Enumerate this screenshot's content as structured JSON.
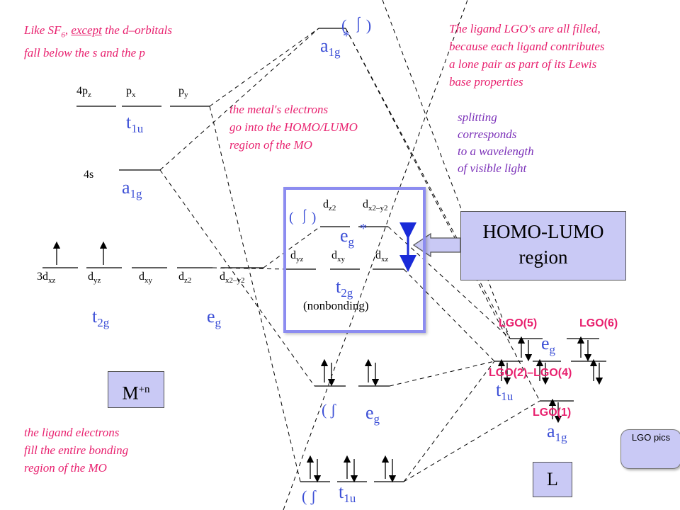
{
  "notes": {
    "sf6_line1": "Like SF",
    "sf6_sub": "6",
    "sf6_comma": ", ",
    "sf6_except": "except",
    "sf6_rest": " the d–orbitals",
    "sf6_line2": "fall below the s and the p",
    "ligand_lgo_1": "The ligand LGO′s are all filled,",
    "ligand_lgo_2": "because each ligand contributes",
    "ligand_lgo_3": "a lone pair as part of its Lewis",
    "ligand_lgo_4": "base properties",
    "metal_e_1": "the metal′s electrons",
    "metal_e_2": "go into the HOMO/LUMO",
    "metal_e_3": "region of the MO",
    "split_1": "splitting",
    "split_2": "corresponds",
    "split_3": "to a wavelength",
    "split_4": "of visible light",
    "lig_e_1": "the ligand electrons",
    "lig_e_2": "fill the entire bonding",
    "lig_e_3": "region of the MO"
  },
  "metal": {
    "p_labels": [
      "4p",
      "z",
      "p",
      "x",
      "p",
      "y"
    ],
    "t1u": "t",
    "t1u_sub": "1u",
    "s_label": "4s",
    "a1g": "a",
    "a1g_sub": "1g",
    "d_labels": [
      "3d",
      "xz",
      "d",
      "yz",
      "d",
      "xy",
      "d",
      "z2",
      "d",
      "x2–y2"
    ],
    "t2g": "t",
    "t2g_sub": "2g",
    "eg": "e",
    "eg_sub": "g",
    "box": "M",
    "box_sup": "+n"
  },
  "mo": {
    "a1g_star": "a",
    "a1g_star_sub": "1g",
    "star": "*",
    "a1g_star_paren": "( ⎰)",
    "eg_star_paren": "( ⎰)",
    "eg_star_labels": [
      "d",
      "z2",
      "d",
      "x2–y2"
    ],
    "eg_star": "e",
    "eg_star_sub": "g",
    "t2g_labels": [
      "d",
      "yz",
      "d",
      "xy",
      "d",
      "xz"
    ],
    "t2g": "t",
    "t2g_sub": "2g",
    "nonbonding": "(nonbonding)",
    "eg_b": "e",
    "eg_b_sub": "g",
    "eg_b_paren": "( ʃ",
    "t1u_b": "t",
    "t1u_b_sub": "1u",
    "t1u_b_paren": "( ʃ"
  },
  "homo_lumo": {
    "line1": "HOMO-LUMO",
    "line2": "region"
  },
  "ligand": {
    "lgo5": "LGO(5)",
    "lgo6": "LGO(6)",
    "eg": "e",
    "eg_sub": "g",
    "lgo24": "LGO(2)–LGO(4)",
    "t1u": "t",
    "t1u_sub": "1u",
    "lgo1": "LGO(1)",
    "a1g": "a",
    "a1g_sub": "1g",
    "box": "L"
  },
  "button": {
    "lgo_pics": "LGO pics"
  },
  "colors": {
    "note": "#e8206e",
    "symmetry": "#3c4fd6",
    "box_fill": "#c9c9f5",
    "frame": "#8c8cf0"
  }
}
